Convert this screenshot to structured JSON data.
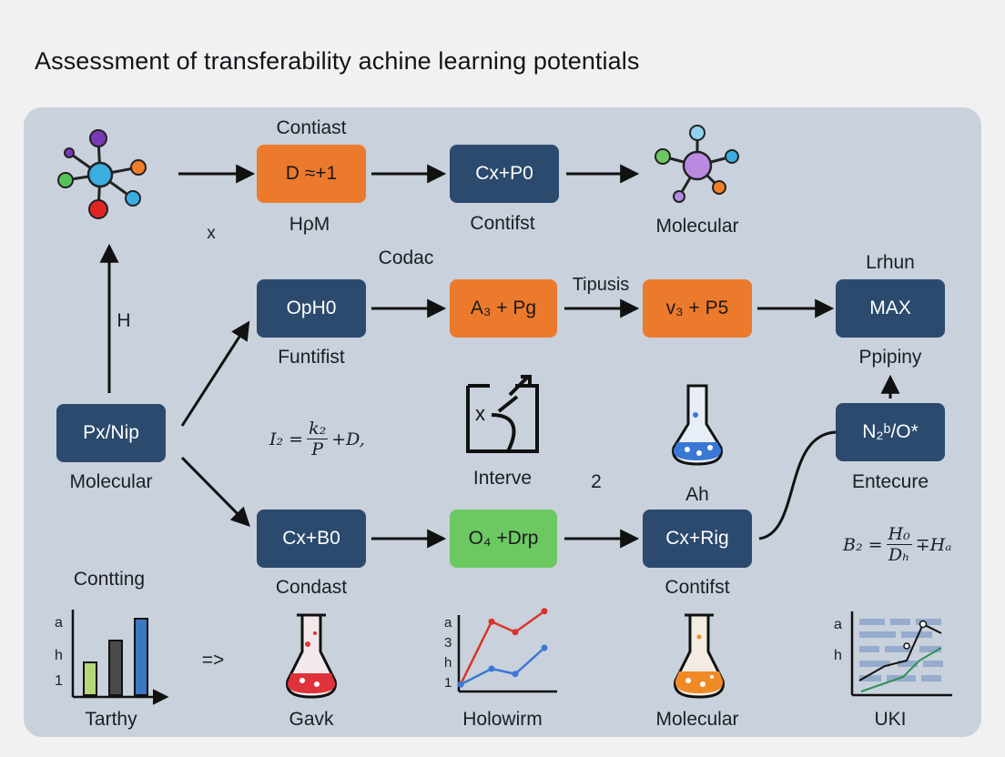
{
  "title": "Assessment of transferability achine learning potentials",
  "nodes": {
    "d1": "D ≈+1",
    "cxp0": "Cx+P0",
    "oph0": "OpH0",
    "a3pg": "A₃ + Pg",
    "v3p5": "v₃ + P5",
    "max": "MAX",
    "pxnip": "Px/Nip",
    "cxb0": "Cx+B0",
    "o4drp": "O₄ +Drp",
    "cxrig": "Cx+Rig",
    "n2o": "N₂ᵇ/O*"
  },
  "labels": {
    "contiast": "Contiast",
    "hpm": "HρM",
    "contifst_top": "Contifst",
    "molecular_top": "Molecular",
    "x_small": "x",
    "codac": "Codac",
    "tipusis": "Tipusis",
    "lrhun": "Lrhun",
    "h_side": "H",
    "funtifist": "Funtifist",
    "ppipiny": "Ppipiny",
    "molecular_left": "Molecular",
    "interve": "Interve",
    "two": "2",
    "ah": "Ah",
    "entecure": "Entecure",
    "condast": "Condast",
    "contifst_bottom": "Contifst",
    "contting": "Contting",
    "tarthy": "Tarthy",
    "gavk": "Gavk",
    "holowirm": "Holowirm",
    "molecular_bottom": "Molecular",
    "uki": "UKI",
    "arrow_text": "=>"
  },
  "formulas": {
    "f1_lhs": "I₂ =",
    "f1_num": "k₂",
    "f1_den": "P",
    "f1_rhs": "+D,",
    "f2_lhs": "B₂ =",
    "f2_num": "H₀",
    "f2_den": "Dₕ",
    "f2_rhs": "∓Hₐ"
  },
  "mini_bar": {
    "axis_labels": [
      "a",
      "h",
      "1"
    ],
    "bar_values": [
      0.3,
      0.5,
      0.7
    ],
    "bar_colors": [
      "#b5d67a",
      "#4a4a4a",
      "#3a78c2"
    ]
  },
  "mini_line": {
    "axis_labels": [
      "a",
      "3",
      "h",
      "1"
    ],
    "red_values": [
      0.05,
      0.65,
      0.55,
      0.75
    ],
    "blue_values": [
      0.05,
      0.2,
      0.15,
      0.4
    ]
  },
  "mini_table": {
    "axis_labels": [
      "a",
      "h"
    ]
  },
  "colors": {
    "blue_node": "#2b4a6e",
    "orange_node": "#ec7a2d",
    "green_node": "#6cc962",
    "panel": "#c9d1dc"
  }
}
